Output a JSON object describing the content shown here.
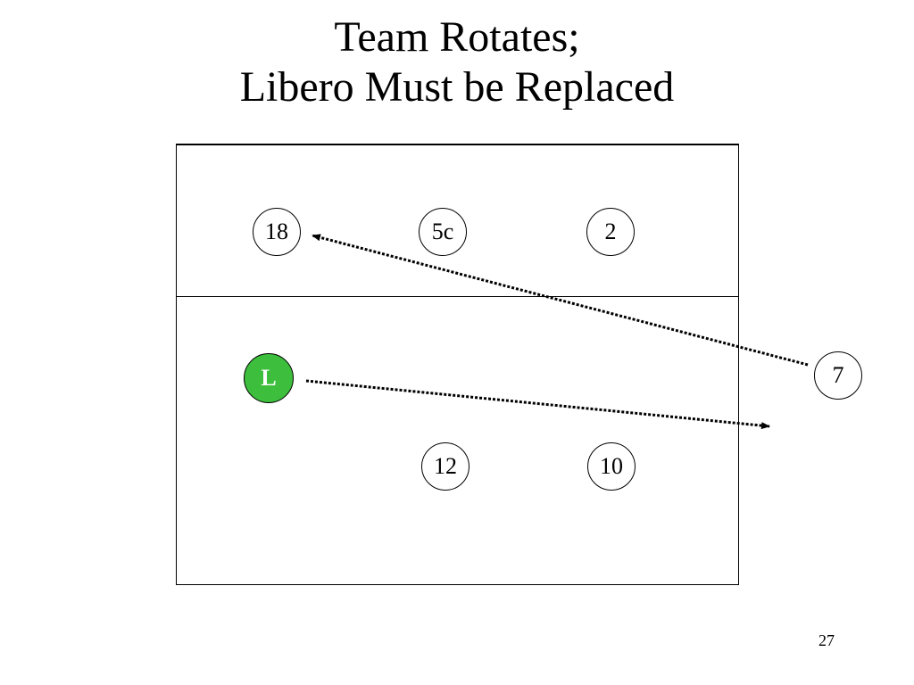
{
  "slide": {
    "title_line1": "Team Rotates;",
    "title_line2": "Libero Must be Replaced",
    "page_number": "27"
  },
  "players": {
    "front_left": "18",
    "front_middle": "5c",
    "front_right": "2",
    "libero": "L",
    "back_middle": "12",
    "back_right": "10",
    "sub_out": "7"
  },
  "colors": {
    "libero": "#3dbe3d",
    "lines": "#000000",
    "background": "#ffffff"
  }
}
